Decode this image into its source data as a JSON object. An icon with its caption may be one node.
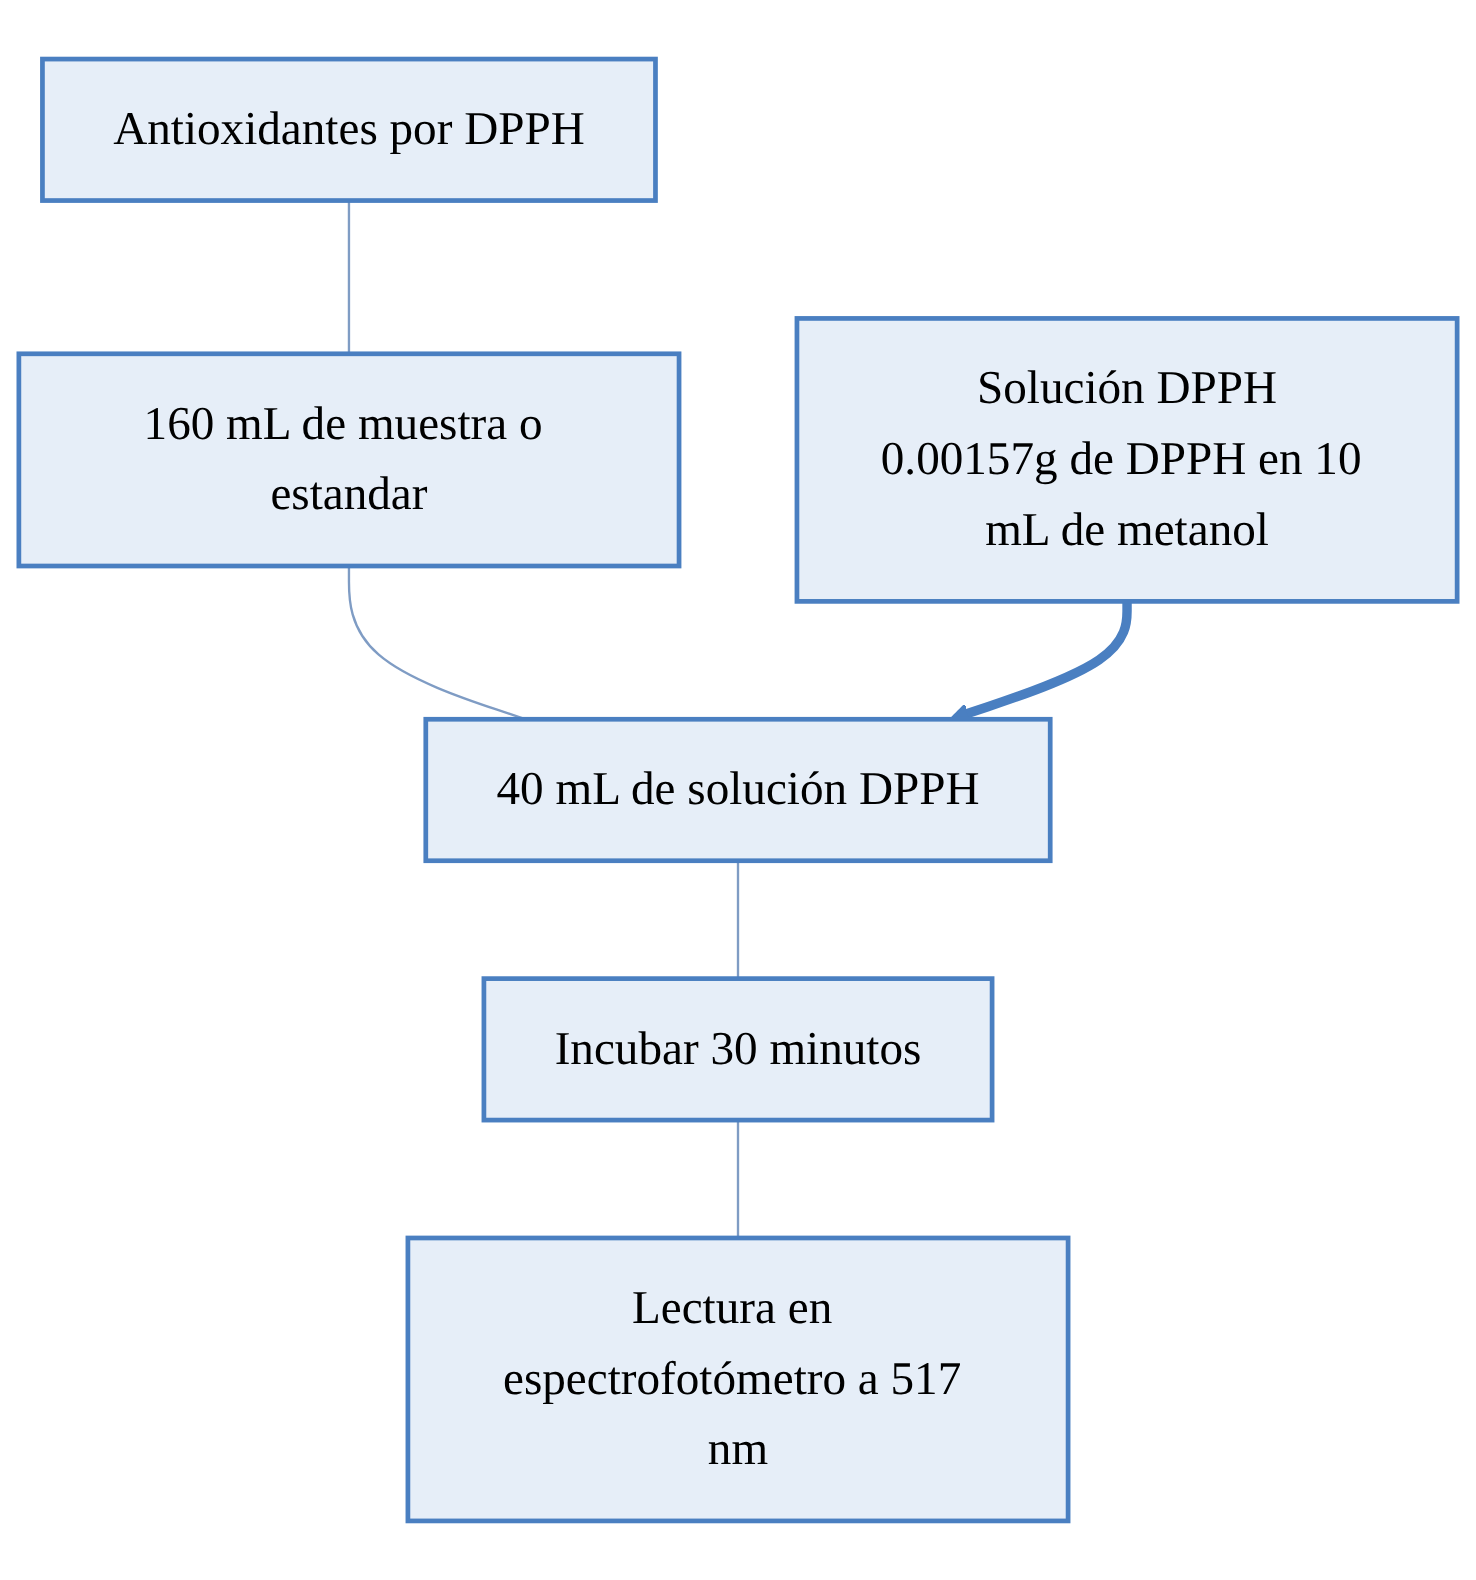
{
  "diagram": {
    "nodes": [
      {
        "text": [
          "Solución DPPH",
          "0.00157g de DPPH en 10 mL de metanol"
        ]
      },
      {
        "text": [
          "Antioxidantes por DPPH"
        ]
      },
      {
        "text": [
          "160 mL de muestra o estandar"
        ]
      },
      {
        "text": [
          "40 mL de solución DPPH"
        ]
      },
      {
        "text": [
          "Incubar 30 minutos"
        ]
      },
      {
        "text": [
          "Lectura en espectrofotómetro a 517 nm"
        ]
      }
    ],
    "edges": [
      {
        "from": 1,
        "to": 2,
        "arrow": "none"
      },
      {
        "from": 2,
        "to": 3,
        "arrow": "none"
      },
      {
        "from": 3,
        "to": 4,
        "arrow": "none"
      },
      {
        "from": 4,
        "to": 5,
        "arrow": "none"
      },
      {
        "from": 0,
        "to": 3,
        "arrow": "to",
        "style": "thick"
      }
    ]
  }
}
